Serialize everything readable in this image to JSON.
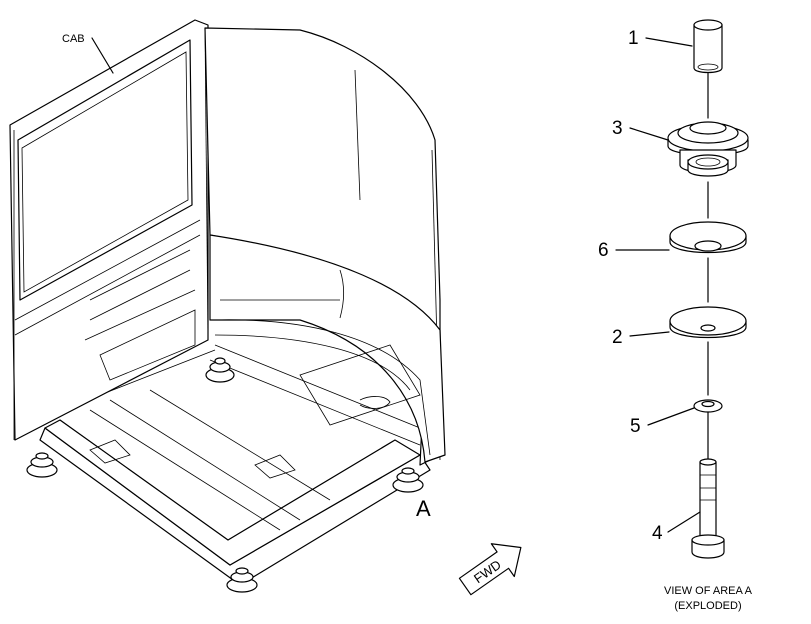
{
  "labels": {
    "cab": "CAB",
    "area": "A",
    "fwd": "FWD",
    "view_line1": "VIEW OF AREA  A",
    "view_line2": "(EXPLODED)"
  },
  "callouts": [
    "1",
    "3",
    "6",
    "2",
    "5",
    "4"
  ]
}
